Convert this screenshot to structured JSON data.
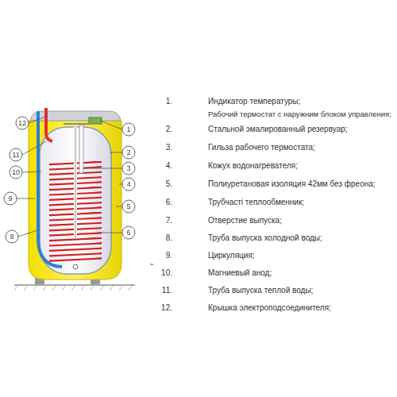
{
  "diagram": {
    "labels": [
      "12",
      "1",
      "11",
      "2",
      "10",
      "3",
      "9",
      "4",
      "5",
      "8",
      "6",
      "1.",
      "Индикатор температуры;",
      "Рабочий термостат с наружним блоком управления;",
      "2.",
      "Стальной эмалированный резервуар;",
      "3.",
      "Гильза рабочего термостата;",
      "4.",
      "Кожух водонагревателя;",
      "5.",
      "Полиуретановая изоляция 42мм без фреона;",
      "6.",
      "Трубчастi теплообменник;",
      "7.",
      "Отверстие выпуска;",
      "8.",
      "Труба выпуска холодной воды;",
      "9.",
      "Циркуляция;",
      "10.",
      "Магниевый анод;",
      "11.",
      "Труба выпуска теплой воды;",
      "12.",
      "Крышка электроподсоединителя;"
    ]
  }
}
